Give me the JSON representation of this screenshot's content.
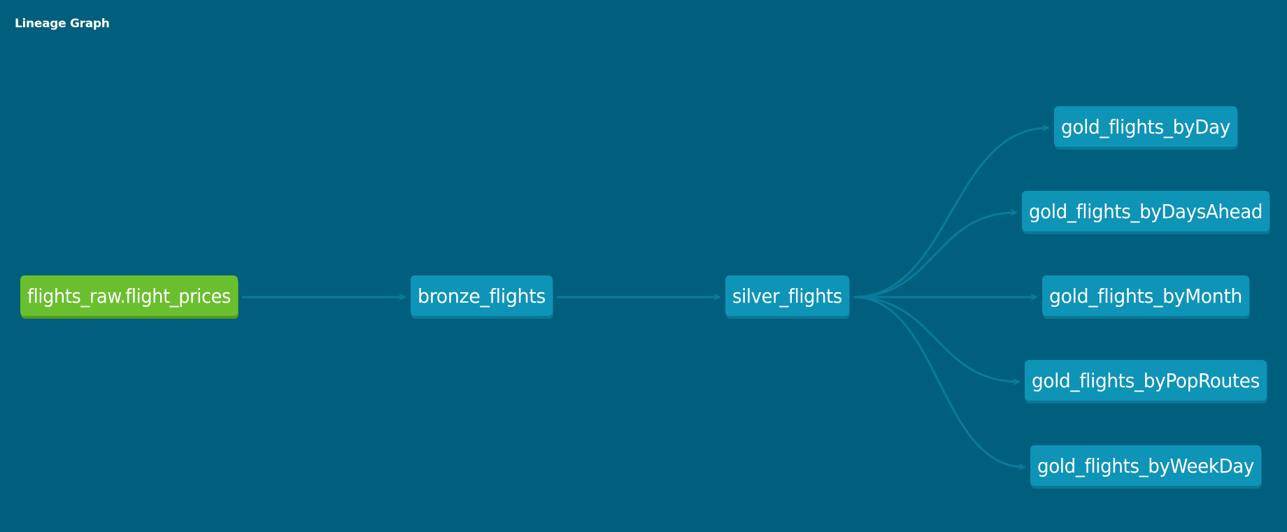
{
  "title": "Lineage Graph",
  "colors": {
    "background": "#005f7c",
    "node_source": "#6abf2e",
    "node_source_shadow": "#4f9a20",
    "node_table": "#0e94b7",
    "node_table_shadow": "#0a7796",
    "edge": "#0a7c9b",
    "text": "#ffffff"
  },
  "nodes": [
    {
      "id": "flights_raw",
      "label": "flights_raw.flight_prices",
      "kind": "source"
    },
    {
      "id": "bronze",
      "label": "bronze_flights",
      "kind": "table"
    },
    {
      "id": "silver",
      "label": "silver_flights",
      "kind": "table"
    },
    {
      "id": "gold_day",
      "label": "gold_flights_byDay",
      "kind": "table"
    },
    {
      "id": "gold_daysahead",
      "label": "gold_flights_byDaysAhead",
      "kind": "table"
    },
    {
      "id": "gold_month",
      "label": "gold_flights_byMonth",
      "kind": "table"
    },
    {
      "id": "gold_poproutes",
      "label": "gold_flights_byPopRoutes",
      "kind": "table"
    },
    {
      "id": "gold_weekday",
      "label": "gold_flights_byWeekDay",
      "kind": "table"
    }
  ],
  "edges": [
    {
      "from": "flights_raw",
      "to": "bronze"
    },
    {
      "from": "bronze",
      "to": "silver"
    },
    {
      "from": "silver",
      "to": "gold_day"
    },
    {
      "from": "silver",
      "to": "gold_daysahead"
    },
    {
      "from": "silver",
      "to": "gold_month"
    },
    {
      "from": "silver",
      "to": "gold_poproutes"
    },
    {
      "from": "silver",
      "to": "gold_weekday"
    }
  ]
}
